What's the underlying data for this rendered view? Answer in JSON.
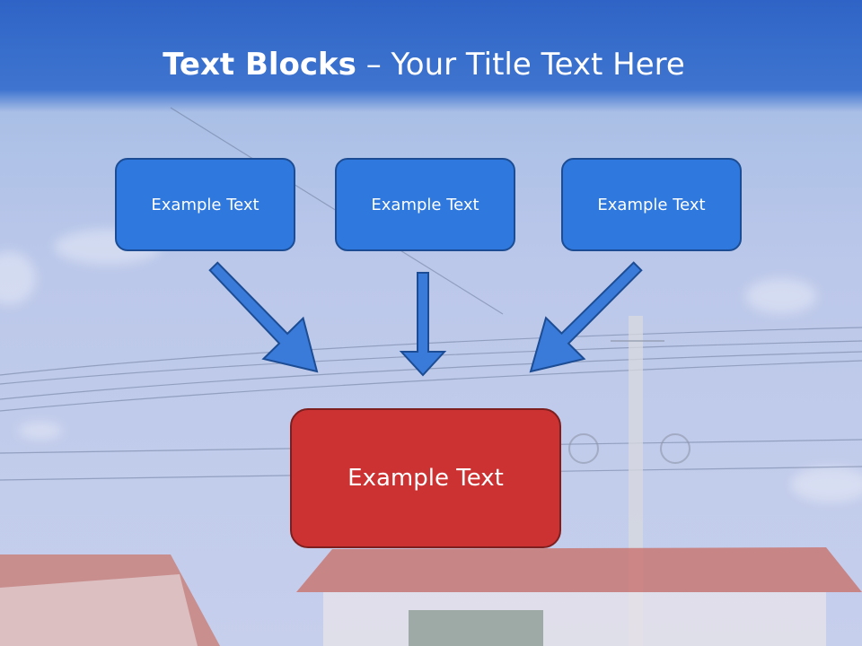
{
  "title": {
    "bold": "Text Blocks",
    "dash": " – ",
    "rest": "Your Title Text Here"
  },
  "boxes": [
    {
      "label": "Example Text"
    },
    {
      "label": "Example Text"
    },
    {
      "label": "Example Text"
    }
  ],
  "main_box": {
    "label": "Example Text"
  },
  "colors": {
    "box_fill": "#2e78de",
    "box_border": "#1c4d94",
    "main_fill": "#cc3232",
    "main_border": "#7e1f1f",
    "arrow_fill": "#3a7ad8",
    "header_band": "#2f64c6"
  }
}
